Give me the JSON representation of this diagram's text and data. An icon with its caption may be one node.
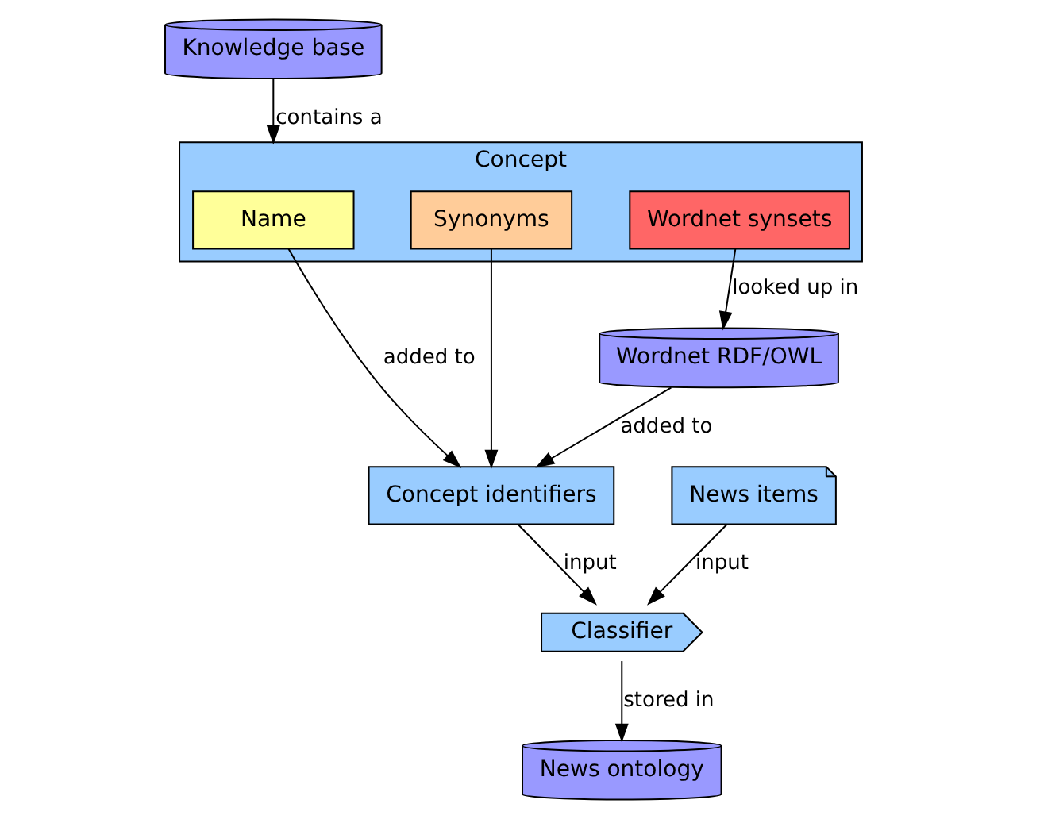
{
  "diagram": {
    "nodes": [
      {
        "text": [
          "Knowledge base"
        ]
      },
      {
        "text": [
          "Concept"
        ]
      },
      {
        "text": [
          "Name"
        ],
        "in": 1
      },
      {
        "text": [
          "Synonyms"
        ],
        "in": 1
      },
      {
        "text": [
          "Wordnet synsets"
        ],
        "in": 1
      },
      {
        "text": [
          "Wordnet RDF/OWL"
        ]
      },
      {
        "text": [
          "Concept identifiers"
        ]
      },
      {
        "text": [
          "News items"
        ]
      },
      {
        "text": [
          "Classifier"
        ]
      },
      {
        "text": [
          "News ontology"
        ]
      }
    ],
    "edges": [
      {
        "from": 0,
        "to": 1,
        "arrow": "to",
        "label": "contains a"
      },
      {
        "from": 4,
        "to": 5,
        "arrow": "to",
        "label": "looked up in"
      },
      {
        "from": 2,
        "to": 6,
        "arrow": "to",
        "label": "added to"
      },
      {
        "from": 3,
        "to": 6,
        "arrow": "to"
      },
      {
        "from": 5,
        "to": 6,
        "arrow": "to",
        "label": "added to"
      },
      {
        "from": 6,
        "to": 8,
        "arrow": "to",
        "label": "input"
      },
      {
        "from": 7,
        "to": 8,
        "arrow": "to",
        "label": "input"
      },
      {
        "from": 8,
        "to": 9,
        "arrow": "to",
        "label": "stored in"
      }
    ]
  }
}
